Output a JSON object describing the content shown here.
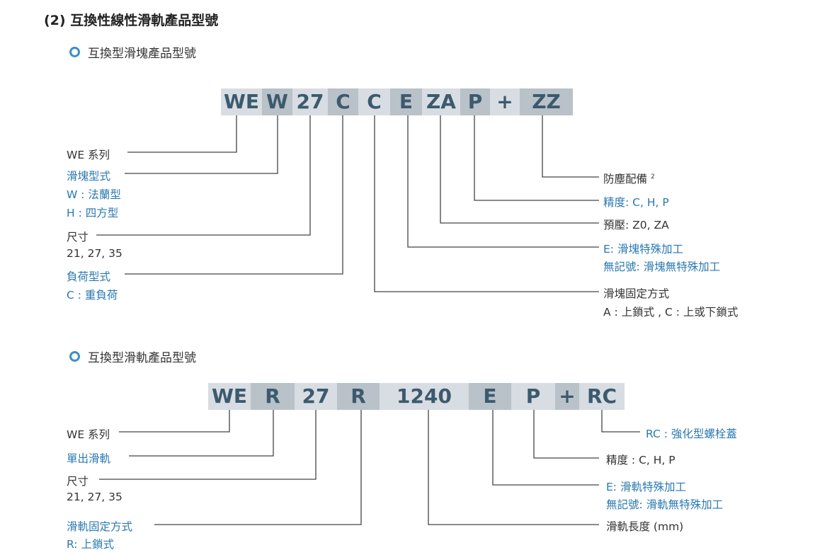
{
  "heading": "(2) 互換性線性滑軌產品型號",
  "block_section": {
    "title": "互換型滑塊產品型號",
    "code_parts": [
      "WE",
      "W",
      "27",
      "C",
      "C",
      "E",
      "ZA",
      "P",
      "+",
      "ZZ"
    ],
    "left_labels": {
      "series": "WE 系列",
      "block_type": "滑塊型式",
      "block_type_w": "W : 法蘭型",
      "block_type_h": "H : 四方型",
      "size": "尺寸",
      "size_values": "21, 27, 35",
      "load_type": "負荷型式",
      "load_type_c": "C : 重負荷"
    },
    "right_labels": {
      "dust": "防塵配備",
      "dust_note": "2",
      "precision": "精度: C, H, P",
      "preload": "預壓: Z0, ZA",
      "special_e": "E: 滑塊特殊加工",
      "special_none": "無記號: 滑塊無特殊加工",
      "mount": "滑塊固定方式",
      "mount_values": "A : 上鎖式 , C : 上或下鎖式"
    }
  },
  "rail_section": {
    "title": "互換型滑軌產品型號",
    "code_parts": [
      "WE",
      "R",
      "27",
      "R",
      "1240",
      "E",
      "P",
      "+",
      "RC"
    ],
    "left_labels": {
      "series": "WE 系列",
      "single_rail": "單出滑軌",
      "size": "尺寸",
      "size_values": "21, 27, 35",
      "mount": "滑軌固定方式",
      "mount_r": "R: 上鎖式"
    },
    "right_labels": {
      "cap": "RC : 強化型螺栓蓋",
      "precision": "精度 : C, H, P",
      "special_e": "E: 滑軌特殊加工",
      "special_none": "無記號: 滑軌無特殊加工",
      "length": "滑軌長度 (mm)"
    }
  },
  "colors": {
    "accent_blue": "#2a79b0",
    "code_text": "#3c5a6e",
    "box_light": "#d7dde2",
    "box_dark": "#b9c1c9"
  }
}
